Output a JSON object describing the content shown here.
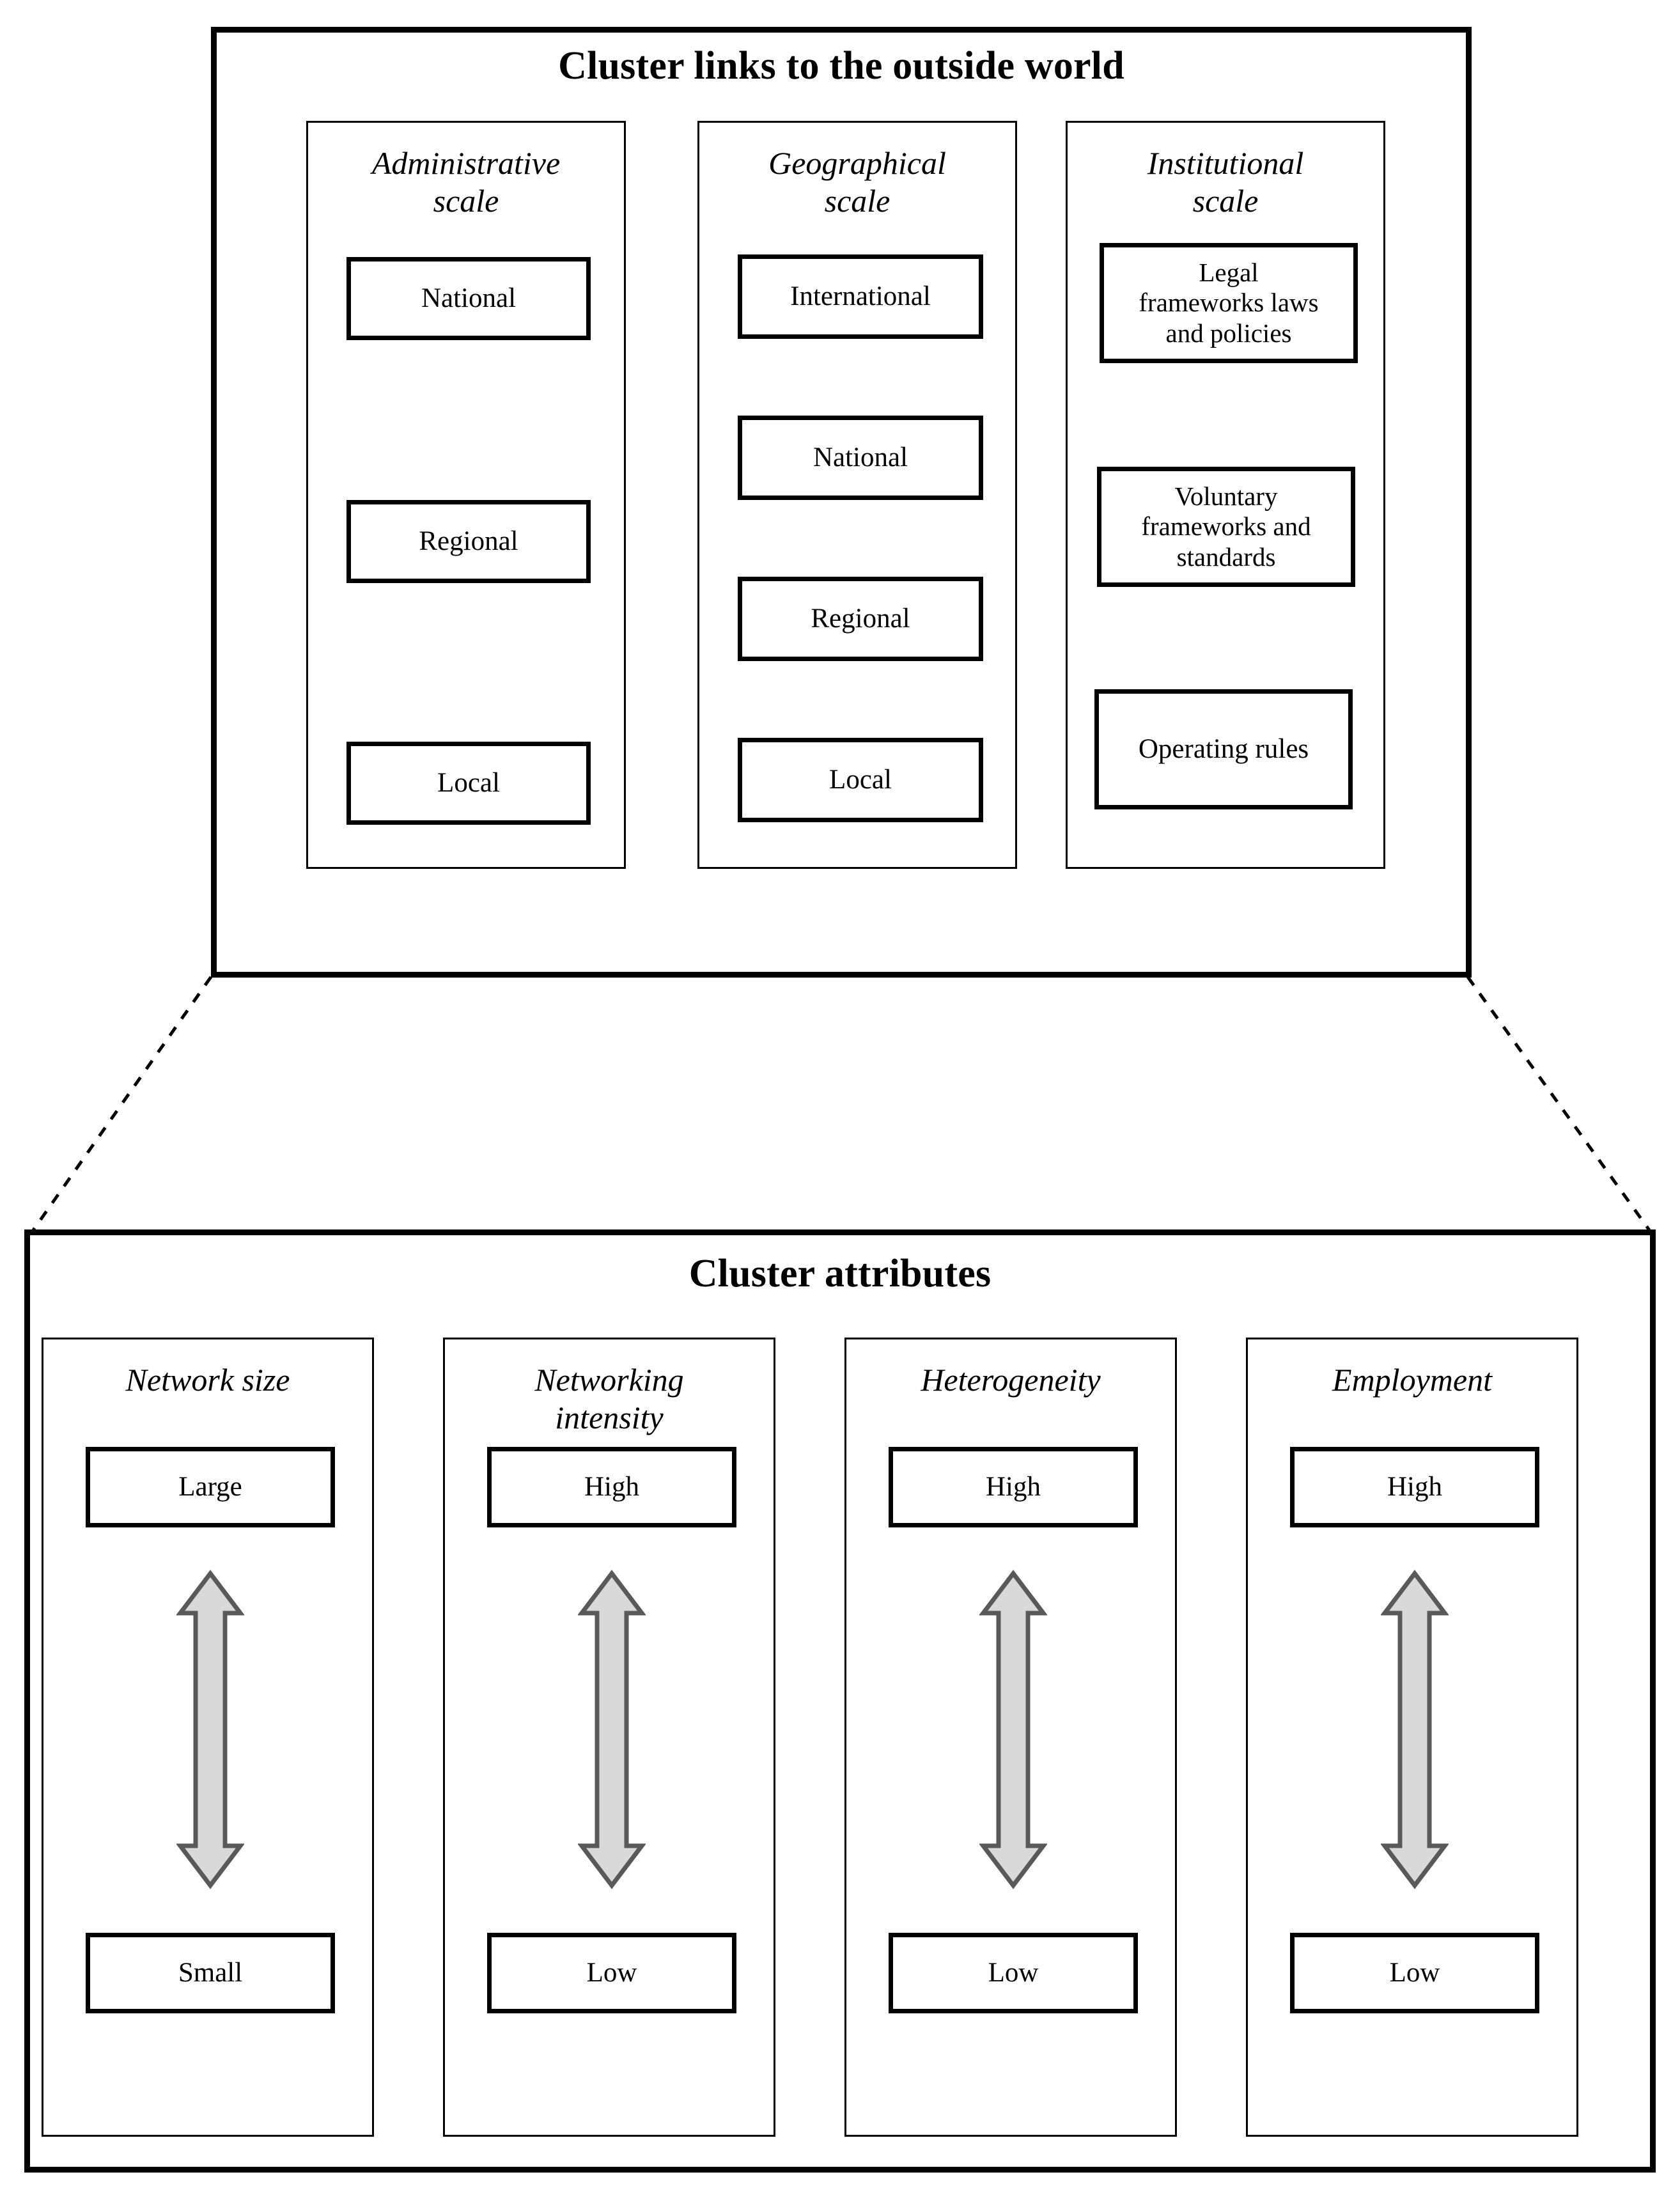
{
  "colors": {
    "border": "#000000",
    "background": "#ffffff",
    "arrow_fill": "#d9d9d9",
    "arrow_stroke": "#595959",
    "connector": "#000000"
  },
  "top_panel": {
    "title": "Cluster links to the outside world",
    "columns": [
      {
        "title": "Administrative scale",
        "title_lines": [
          "Administrative",
          "scale"
        ],
        "items": [
          {
            "label": "National"
          },
          {
            "label": "Regional"
          },
          {
            "label": "Local"
          }
        ]
      },
      {
        "title": "Geographical scale",
        "title_lines": [
          "Geographical",
          "scale"
        ],
        "items": [
          {
            "label": "International"
          },
          {
            "label": "National"
          },
          {
            "label": "Regional"
          },
          {
            "label": "Local"
          }
        ]
      },
      {
        "title": "Institutional scale",
        "title_lines": [
          "Institutional",
          "scale"
        ],
        "items": [
          {
            "label": "Legal frameworks laws and policies",
            "lines": [
              "Legal",
              "frameworks  laws",
              "and policies"
            ]
          },
          {
            "label": "Voluntary frameworks and standards",
            "lines": [
              "Voluntary",
              "frameworks  and",
              "standards"
            ]
          },
          {
            "label": "Operating rules",
            "lines": [
              "Operating rules"
            ]
          }
        ]
      }
    ]
  },
  "bottom_panel": {
    "title": "Cluster attributes",
    "columns": [
      {
        "title": "Network size",
        "title_lines": [
          "Network size"
        ],
        "high_label": "Large",
        "low_label": "Small",
        "arrow": "double-headed-vertical-arrow"
      },
      {
        "title": "Networking intensity",
        "title_lines": [
          "Networking",
          "intensity"
        ],
        "high_label": "High",
        "low_label": "Low",
        "arrow": "double-headed-vertical-arrow"
      },
      {
        "title": "Heterogeneity",
        "title_lines": [
          "Heterogeneity"
        ],
        "high_label": "High",
        "low_label": "Low",
        "arrow": "double-headed-vertical-arrow"
      },
      {
        "title": "Employment",
        "title_lines": [
          "Employment"
        ],
        "high_label": "High",
        "low_label": "Low",
        "arrow": "double-headed-vertical-arrow"
      }
    ]
  },
  "connectors": [
    {
      "name": "connector-left-dashed",
      "style": "dashed"
    },
    {
      "name": "connector-right-dashed",
      "style": "dashed"
    }
  ]
}
